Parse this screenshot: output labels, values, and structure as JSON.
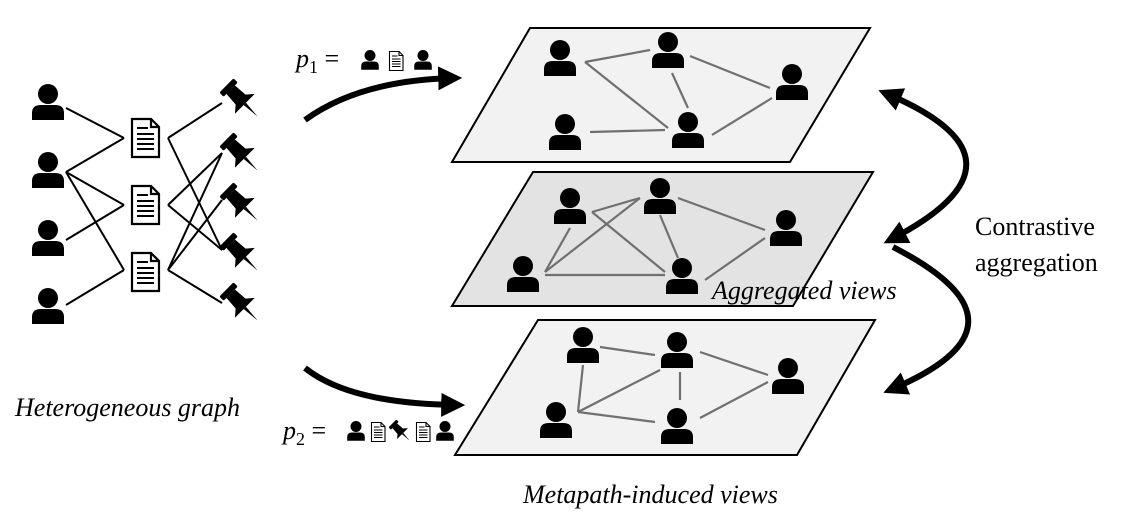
{
  "labels": {
    "heterogeneous_graph": "Heterogeneous graph",
    "aggregated_views": "Aggregated views",
    "metapath_induced_views": "Metapath-induced views",
    "contrastive_line1": "Contrastive",
    "contrastive_line2": "aggregation"
  },
  "metapaths": [
    {
      "symbol": "p",
      "subscript": "1",
      "equals": "=",
      "icons": [
        "user-icon",
        "document-icon",
        "user-icon"
      ]
    },
    {
      "symbol": "p",
      "subscript": "2",
      "equals": "=",
      "icons": [
        "user-icon",
        "document-icon",
        "pin-icon",
        "document-icon",
        "user-icon"
      ]
    }
  ],
  "colors": {
    "plane_light": "#f2f2f2",
    "plane_dark": "#e3e3e3",
    "edge_gray": "#707070",
    "ink": "#000000"
  },
  "node_groups": {
    "users": [
      "user-icon",
      "user-icon",
      "user-icon",
      "user-icon"
    ],
    "documents": [
      "document-icon",
      "document-icon",
      "document-icon"
    ],
    "pins": [
      "pin-icon",
      "pin-icon",
      "pin-icon",
      "pin-icon",
      "pin-icon"
    ]
  }
}
